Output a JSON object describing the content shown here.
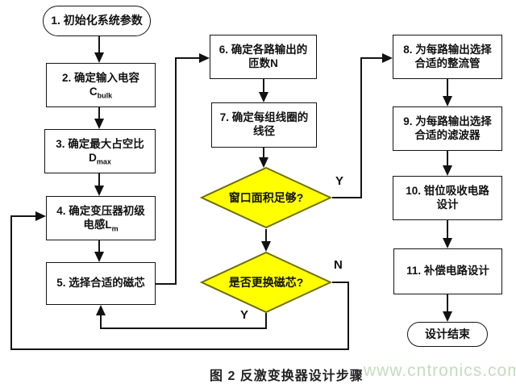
{
  "nodes": {
    "n1": {
      "text": "1. 初始化系统参数"
    },
    "n2": {
      "line1": "2. 确定输入电容",
      "sym": "C",
      "sub": "bulk"
    },
    "n3": {
      "line1": "3. 确定最大占空比",
      "sym": "D",
      "sub": "max"
    },
    "n4": {
      "line1": "4. 确定变压器初级",
      "prefix": "电感",
      "sym": "L",
      "sub": "m"
    },
    "n5": {
      "text": "5. 选择合适的磁芯"
    },
    "n6": {
      "line1": "6. 确定各路输出的",
      "line2": "匝数N"
    },
    "n7": {
      "line1": "7. 确定每组线圈的",
      "line2": "线径"
    },
    "d1": {
      "text": "窗口面积足够?"
    },
    "d2": {
      "text": "是否更换磁芯?"
    },
    "n8": {
      "line1": "8. 为每路输出选择",
      "line2": "合适的整流管"
    },
    "n9": {
      "line1": "9. 为每路输出选择",
      "line2": "合适的滤波器"
    },
    "n10": {
      "line1": "10. 钳位吸收电路",
      "line2": "设计"
    },
    "n11": {
      "text": "11. 补偿电路设计"
    },
    "nEnd": {
      "text": "设计结束"
    }
  },
  "branch_labels": {
    "d1_yes": "Y",
    "d2_yes": "Y",
    "d2_no": "N"
  },
  "caption": "图 2 反激变换器设计步骤",
  "watermark": "www.cntronics.com",
  "colors": {
    "diamond_fill": "#ffff00",
    "diamond_border": "#6f6f00",
    "line": "#141414",
    "watermark": "#c3ddbd"
  }
}
